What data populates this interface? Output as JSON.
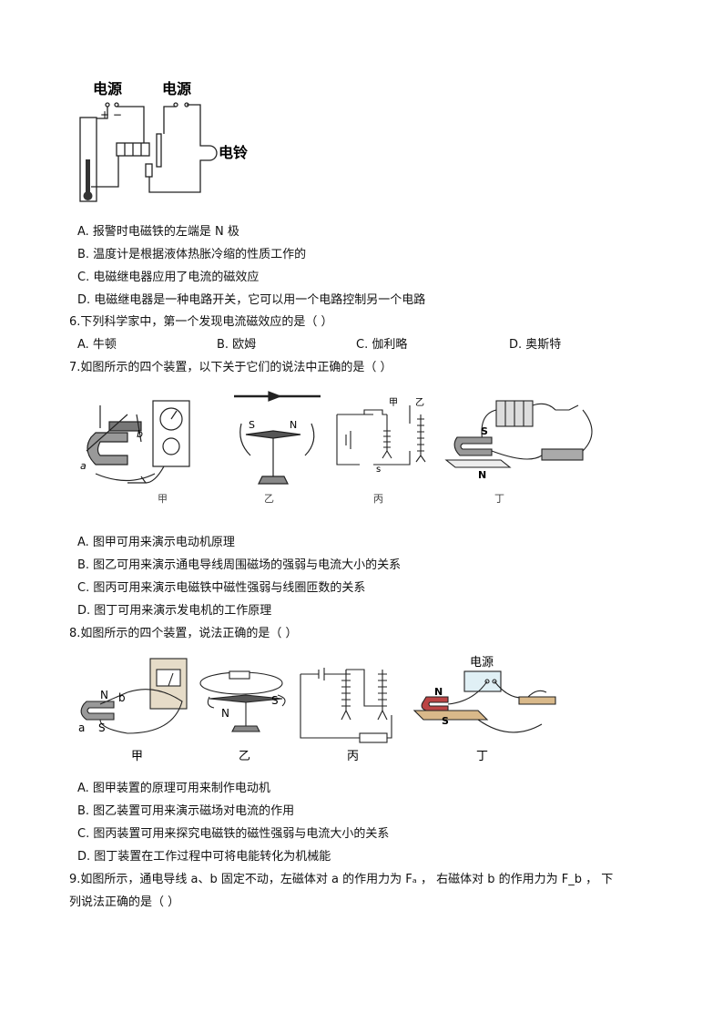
{
  "q5_figure": {
    "power_label_1": "电源",
    "power_label_2": "电源",
    "polarity": "+ −",
    "bell_label": "电铃"
  },
  "q5_options": [
    "A. 报警时电磁铁的左端是 N 极",
    "B. 温度计是根据液体热胀冷缩的性质工作的",
    "C. 电磁继电器应用了电流的磁效应",
    "D. 电磁继电器是一种电路开关，它可以用一个电路控制另一个电路"
  ],
  "q6": {
    "stem": "6.下列科学家中，第一个发现电流磁效应的是（    ）",
    "options": [
      "A. 牛顿",
      "B. 欧姆",
      "C. 伽利略",
      "D. 奥斯特"
    ]
  },
  "q7": {
    "stem": "7.如图所示的四个装置，以下关于它们的说法中正确的是（    ）",
    "fig_labels": [
      "甲",
      "乙",
      "丙",
      "丁"
    ],
    "fig_text": {
      "a": "a",
      "b": "b",
      "S": "S",
      "N": "N",
      "jia": "甲",
      "yi": "乙",
      "s": "s"
    },
    "options": [
      "A. 图甲可用来演示电动机原理",
      "B. 图乙可用来演示通电导线周围磁场的强弱与电流大小的关系",
      "C. 图丙可用来演示电磁铁中磁性强弱与线圈匝数的关系",
      "D. 图丁可用来演示发电机的工作原理"
    ]
  },
  "q8": {
    "stem": "8.如图所示的四个装置，说法正确的是（    ）",
    "fig_labels": [
      "甲",
      "乙",
      "丙",
      "丁"
    ],
    "fig_text": {
      "N": "N",
      "b": "b",
      "a": "a",
      "S": "S",
      "power": "电源"
    },
    "options": [
      "A. 图甲装置的原理可用来制作电动机",
      "B. 图乙装置可用来演示磁场对电流的作用",
      "C. 图丙装置可用来探究电磁铁的磁性强弱与电流大小的关系",
      "D. 图丁装置在工作过程中可将电能转化为机械能"
    ]
  },
  "q9": {
    "line1": "9.如图所示，通电导线 a、b 固定不动，左磁体对 a 的作用力为 Fₐ ，  右磁体对 b 的作用力为 F_b ，  下",
    "line2": "列说法正确的是（    ）"
  }
}
